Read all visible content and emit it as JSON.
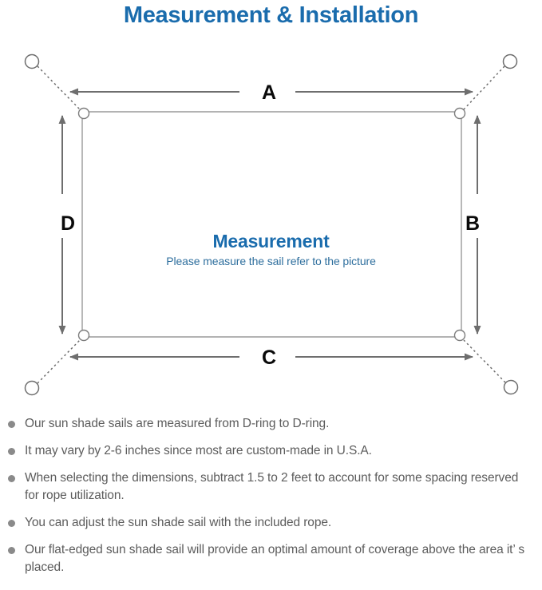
{
  "title": "Measurement & Installation",
  "diagram": {
    "center_title": "Measurement",
    "center_subtitle": "Please measure the sail refer to the picture",
    "dimensions": {
      "top": "A",
      "right": "B",
      "bottom": "C",
      "left": "D"
    },
    "colors": {
      "title_blue": "#1a6cad",
      "subtitle_blue": "#2f6f9e",
      "line_gray": "#6e6e6e",
      "sail_outline": "#9a9a9a",
      "letter_black": "#0a0a0a",
      "bullet_gray": "#8a8a8a",
      "note_text": "#5c5c5c"
    }
  },
  "notes": [
    "Our sun shade sails are measured from D-ring to D-ring.",
    "It may vary by 2-6 inches since most are custom-made in U.S.A.",
    "When selecting the dimensions, subtract 1.5 to 2 feet to account for some spacing reserved for rope utilization.",
    "You can adjust the sun shade sail with the included rope.",
    "Our flat-edged sun shade sail will provide an optimal amount of coverage above the area it’ s placed."
  ]
}
